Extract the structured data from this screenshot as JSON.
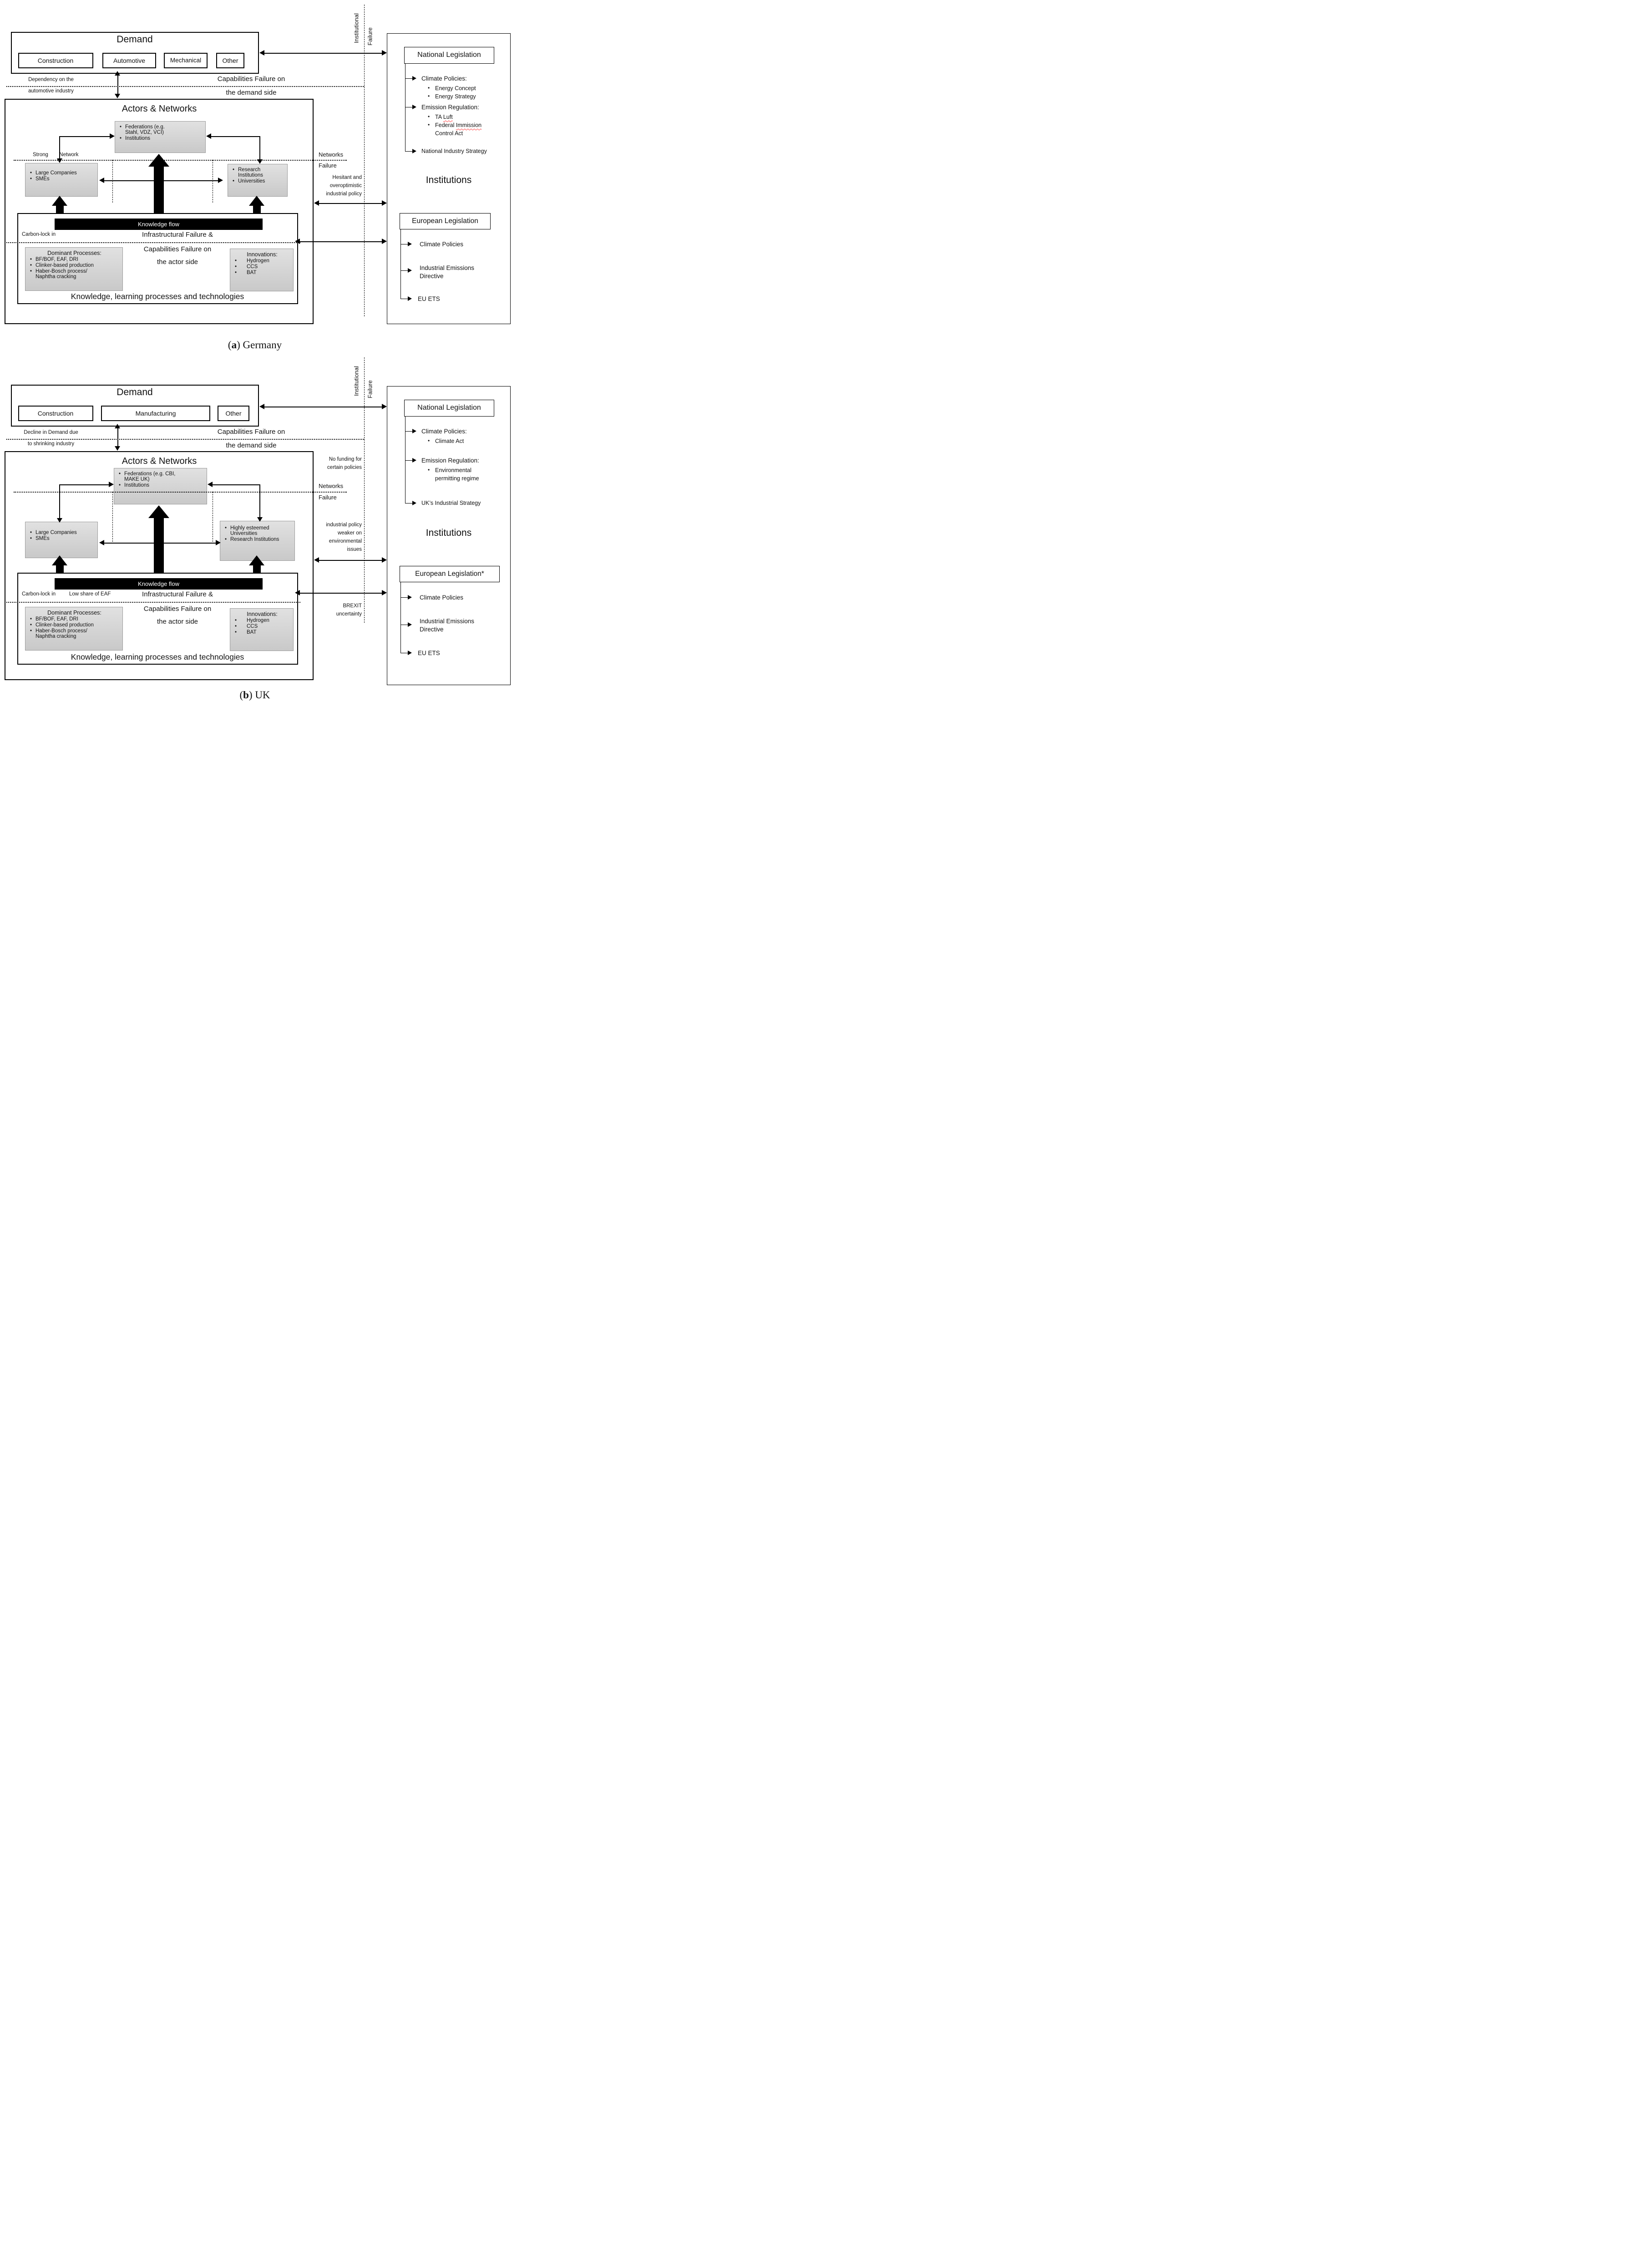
{
  "colors": {
    "gray_box": "#d5d5d5",
    "gray_border": "#9b9b9b",
    "black": "#000000",
    "spellcheck_red": "#ff4444",
    "white": "#ffffff"
  },
  "captions": {
    "a": {
      "open": "(",
      "letter": "a",
      "rest": ") Germany"
    },
    "b": {
      "open": "(",
      "letter": "b",
      "rest": ") UK"
    }
  },
  "germany": {
    "demand": {
      "title": "Demand",
      "industries": [
        "Construction",
        "Automotive",
        "Mechanical",
        "Other"
      ]
    },
    "demand_gap": {
      "left_note": [
        "Dependency on the",
        "automotive industry"
      ],
      "right_note": [
        "Capabilities Failure on",
        "the demand side"
      ]
    },
    "actors": {
      "title": "Actors & Networks",
      "strong_network": [
        "Strong",
        "Network"
      ],
      "federations": [
        [
          "Federations (e.g.",
          "Stahl, VDZ, VCI)"
        ],
        [
          "Institutions"
        ]
      ],
      "companies": [
        [
          "Large Companies"
        ],
        [
          "SMEs"
        ]
      ],
      "research": [
        [
          "Research",
          "Institutions"
        ],
        [
          "Universities"
        ]
      ]
    },
    "knowledge": {
      "flow_label": "Knowledge flow",
      "carbon_note": "Carbon-lock in",
      "infra_note": "Infrastructural Failure &",
      "cap_note": [
        "Capabilities Failure on",
        "the actor side"
      ],
      "dominant": {
        "title": "Dominant Processes:",
        "items": [
          [
            "BF/BOF, EAF, DRI"
          ],
          [
            "Clinker-based production"
          ],
          [
            "Haber-Bosch process/",
            "Naphtha cracking"
          ]
        ]
      },
      "innovations": {
        "title": "Innovations:",
        "items": [
          [
            "Hydrogen"
          ],
          [
            "CCS"
          ],
          [
            "BAT"
          ]
        ]
      },
      "title": "Knowledge, learning processes and technologies"
    },
    "gap": {
      "institutional": [
        "Institutional",
        "Failure"
      ],
      "networks": [
        "Networks",
        "Failure"
      ],
      "policy_note": [
        "Hesitant and",
        "overoptimistic",
        "industrial policy"
      ]
    },
    "legislation": {
      "national": {
        "header": "National Legislation",
        "climate_label": "Climate Policies:",
        "climate_items": [
          "Energy Concept",
          "Energy Strategy"
        ],
        "emission_label": "Emission Regulation:",
        "emission_b1_pre": "TA ",
        "emission_b1_wavy": "Luft",
        "emission_b2_pre": "Federal ",
        "emission_b2_wavy": "Immission",
        "emission_b3": "Control Act",
        "strategy": "National Industry Strategy"
      },
      "institutions_title": "Institutions",
      "european": {
        "header": "European Legislation",
        "items": [
          [
            "Climate Policies"
          ],
          [
            "Industrial Emissions",
            "Directive"
          ],
          [
            "EU ETS"
          ]
        ]
      }
    }
  },
  "uk": {
    "demand": {
      "title": "Demand",
      "industries": [
        "Construction",
        "Manufacturing",
        "Other"
      ]
    },
    "demand_gap": {
      "left_note": [
        "Decline in Demand due",
        "to shrinking industry"
      ],
      "right_note": [
        "Capabilities Failure on",
        "the demand side"
      ]
    },
    "actors": {
      "title": "Actors & Networks",
      "federations": [
        [
          "Federations (e.g. CBI,",
          "MAKE UK)"
        ],
        [
          "Institutions"
        ]
      ],
      "companies": [
        [
          "Large Companies"
        ],
        [
          "SMEs"
        ]
      ],
      "research": [
        [
          "Highly esteemed",
          "Universities"
        ],
        [
          "Research Institutions"
        ]
      ]
    },
    "knowledge": {
      "flow_label": "Knowledge flow",
      "carbon_note": "Carbon-lock in",
      "eaf_note": "Low share of EAF",
      "infra_note": "Infrastructural Failure &",
      "cap_note": [
        "Capabilities Failure on",
        "the actor side"
      ],
      "dominant": {
        "title": "Dominant Processes:",
        "items": [
          [
            "BF/BOF, EAF, DRI"
          ],
          [
            "Clinker-based production"
          ],
          [
            "Haber-Bosch process/",
            "Naphtha cracking"
          ]
        ]
      },
      "innovations": {
        "title": "Innovations:",
        "items": [
          [
            "Hydrogen"
          ],
          [
            "CCS"
          ],
          [
            "BAT"
          ]
        ]
      },
      "title": "Knowledge, learning processes and technologies"
    },
    "gap": {
      "institutional": [
        "Institutional",
        "Failure"
      ],
      "funding_note": [
        "No funding for",
        "certain policies"
      ],
      "networks": [
        "Networks",
        "Failure"
      ],
      "policy_note": [
        "industrial policy",
        "weaker on",
        "environmental",
        "issues"
      ],
      "brexit_note": [
        "BREXIT",
        "uncertainty"
      ]
    },
    "legislation": {
      "national": {
        "header": "National Legislation",
        "climate_label": "Climate Policies:",
        "climate_items": [
          "Climate Act"
        ],
        "emission_label": "Emission Regulation:",
        "emission_items": [
          "Environmental",
          "permitting regime"
        ],
        "strategy": "UK’s Industrial Strategy"
      },
      "institutions_title": "Institutions",
      "european": {
        "header": "European Legislation*",
        "items": [
          [
            "Climate Policies"
          ],
          [
            "Industrial Emissions",
            "Directive"
          ],
          [
            "EU ETS"
          ]
        ]
      }
    }
  }
}
